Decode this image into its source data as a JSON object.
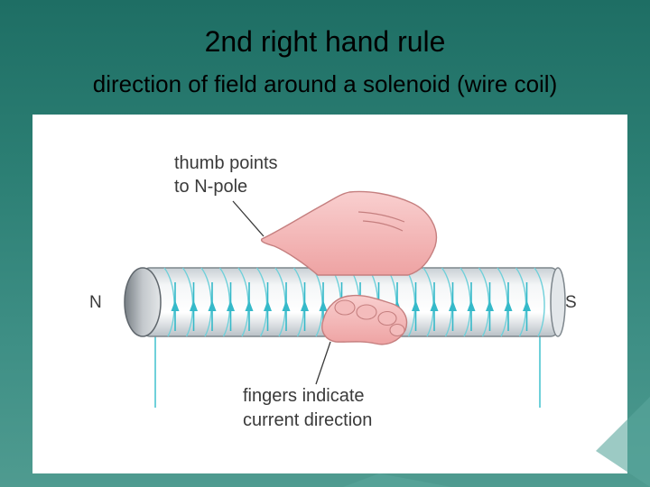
{
  "slide": {
    "title": "2nd right hand rule",
    "subtitle": "direction of field around a solenoid (wire coil)"
  },
  "figure": {
    "pole_left": "N",
    "pole_right": "S",
    "thumb_label_line1": "thumb points",
    "thumb_label_line2": "to N-pole",
    "fingers_label_line1": "fingers indicate",
    "fingers_label_line2": "current direction"
  },
  "colors": {
    "background": "#2c7f74",
    "field_arrows": "#35b9c9",
    "solenoid_body": "#eef1f3",
    "hand": "#f2b2b2"
  }
}
